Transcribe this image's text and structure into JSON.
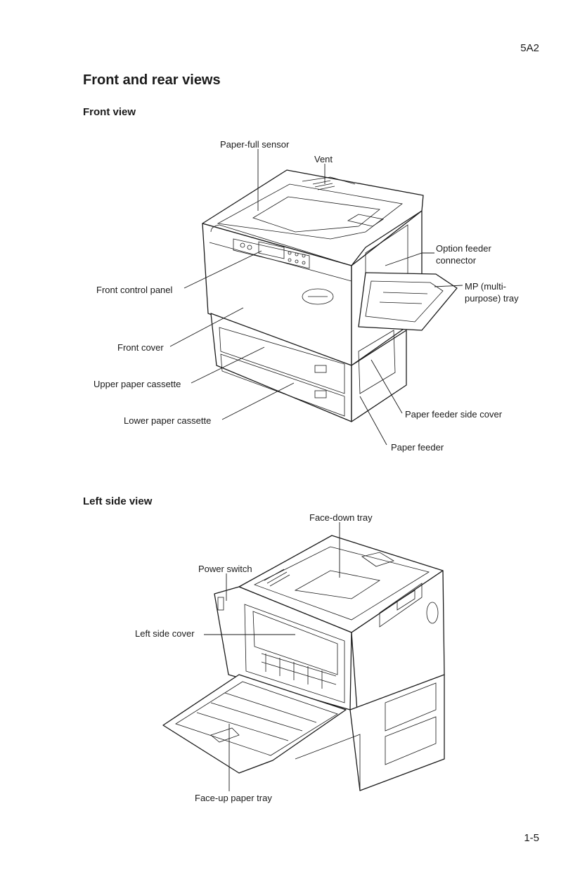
{
  "header": {
    "code": "5A2"
  },
  "section_title": "Front and rear views",
  "front_view": {
    "title": "Front view",
    "labels": {
      "paper_full_sensor": "Paper-full sensor",
      "vent": "Vent",
      "option_feeder_connector_1": "Option feeder",
      "option_feeder_connector_2": "connector",
      "mp_tray_1": "MP (multi-",
      "mp_tray_2": "purpose) tray",
      "front_control_panel": "Front control panel",
      "front_cover": "Front cover",
      "upper_paper_cassette": "Upper paper cassette",
      "lower_paper_cassette": "Lower paper cassette",
      "paper_feeder_side_cover": "Paper feeder side cover",
      "paper_feeder": "Paper feeder"
    }
  },
  "left_side_view": {
    "title": "Left side view",
    "labels": {
      "face_down_tray": "Face-down tray",
      "power_switch": "Power switch",
      "left_side_cover": "Left side cover",
      "face_up_paper_tray": "Face-up paper tray"
    }
  },
  "footer": {
    "page_number": "1-5"
  }
}
